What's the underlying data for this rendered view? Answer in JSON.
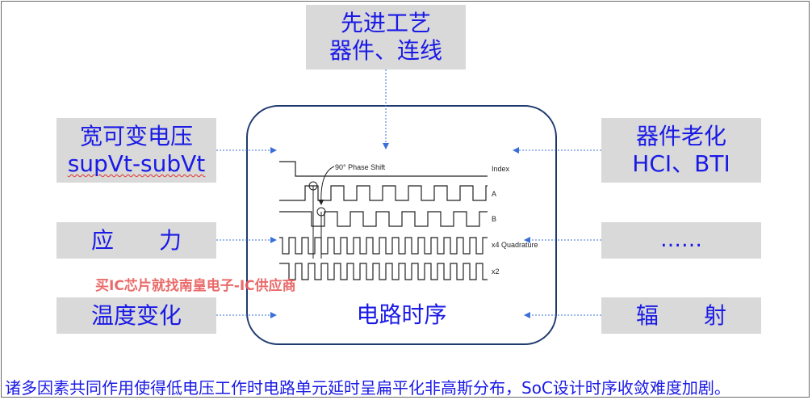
{
  "boxes": {
    "top": {
      "line1": "先进工艺",
      "line2": "器件、连线"
    },
    "left_voltage": {
      "line1": "宽可变电压",
      "line2": "supVt-subVt"
    },
    "right_aging": {
      "line1": "器件老化",
      "line2": "HCI、BTI"
    },
    "left_stress": {
      "label": "应　　力"
    },
    "right_more": {
      "label": "……"
    },
    "left_temperature": {
      "label": "温度变化"
    },
    "right_radiation": {
      "label": "辐　　射"
    }
  },
  "center": {
    "label": "电路时序",
    "phase_shift": "90° Phase Shift",
    "signals": [
      "Index",
      "A",
      "B",
      "x4 Quadrature",
      "x2"
    ]
  },
  "watermark": "买IC芯片就找南皇电子-IC供应商",
  "caption": "诸多因素共同作用使得低电压工作时电路单元延时呈扁平化非高斯分布，SoC设计时序收敛难度加剧。",
  "colors": {
    "text_blue": "#1a1ae6",
    "box_gray": "#d9d9d9",
    "frame_navy": "#1f3a6e",
    "arrow_blue": "#3a6fd8",
    "watermark_red": "#e85a5a"
  }
}
